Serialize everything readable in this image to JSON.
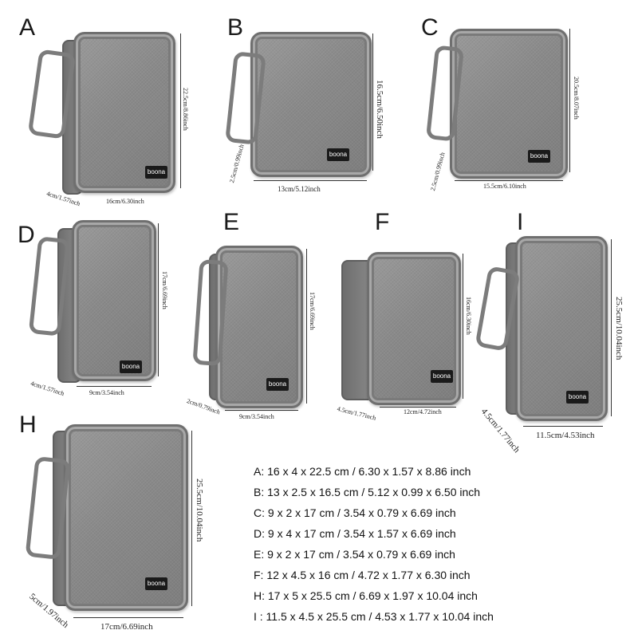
{
  "bags": {
    "A": {
      "letter": "A",
      "height": "22.5cm/8.86inch",
      "width": "16cm/6.30inch",
      "depth": "4cm/1.57inch",
      "logo": "boona"
    },
    "B": {
      "letter": "B",
      "height": "16.5cm/6.50inch",
      "width": "13cm/5.12inch",
      "depth": "2.5cm/0.99inch",
      "logo": "boona"
    },
    "C": {
      "letter": "C",
      "height": "20.5cm/8.07inch",
      "width": "15.5cm/6.10inch",
      "depth": "2.5cm/0.99inch",
      "logo": "boona"
    },
    "D": {
      "letter": "D",
      "height": "17cm/6.69inch",
      "width": "9cm/3.54inch",
      "depth": "4cm/1.57inch",
      "logo": "boona"
    },
    "E": {
      "letter": "E",
      "height": "17cm/6.69inch",
      "width": "9cm/3.54inch",
      "depth": "2cm/0.79inch",
      "logo": "boona"
    },
    "F": {
      "letter": "F",
      "height": "16cm/6.30inch",
      "width": "12cm/4.72inch",
      "depth": "4.5cm/1.77inch",
      "logo": "boona"
    },
    "I": {
      "letter": "I",
      "height": "25.5cm/10.04inch",
      "width": "11.5cm/4.53inch",
      "depth": "4.5cm/1.77inch",
      "logo": "boona"
    },
    "H": {
      "letter": "H",
      "height": "25.5cm/10.04inch",
      "width": "17cm/6.69inch",
      "depth": "5cm/1.97inch",
      "logo": "boona"
    }
  },
  "specs": [
    "A: 16 x 4 x 22.5 cm / 6.30 x 1.57 x 8.86 inch",
    "B: 13 x 2.5 x 16.5 cm / 5.12 x 0.99 x 6.50 inch",
    "C: 9 x 2 x 17 cm / 3.54 x 0.79 x 6.69 inch",
    "D: 9 x 4 x 17 cm / 3.54 x 1.57 x 6.69 inch",
    "E: 9 x 2 x 17 cm / 3.54 x 0.79 x 6.69 inch",
    "F: 12 x 4.5 x 16 cm / 4.72 x 1.77 x 6.30 inch",
    "H: 17 x 5 x 25.5 cm / 6.69 x 1.97 x 10.04 inch",
    "I : 11.5 x 4.5 x 25.5 cm / 4.53 x 1.77 x 10.04 inch"
  ]
}
